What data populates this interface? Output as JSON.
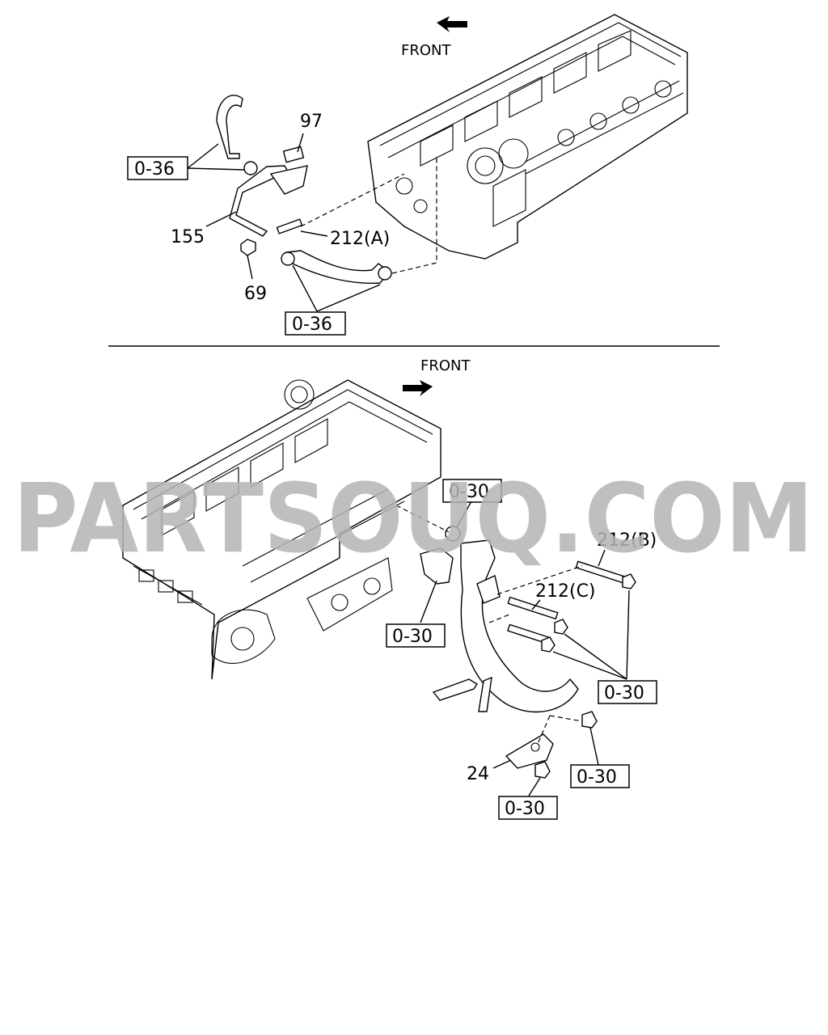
{
  "top": {
    "front": "FRONT",
    "refs": [
      "0-36",
      "0-36"
    ],
    "parts": [
      "97",
      "155",
      "69",
      "212(A)"
    ]
  },
  "bottom": {
    "front": "FRONT",
    "refs": [
      "0-30",
      "0-30",
      "0-30",
      "0-30",
      "0-30"
    ],
    "parts": [
      "212(B)",
      "212(C)",
      "24"
    ]
  },
  "watermark": "PARTSOUQ.COM"
}
